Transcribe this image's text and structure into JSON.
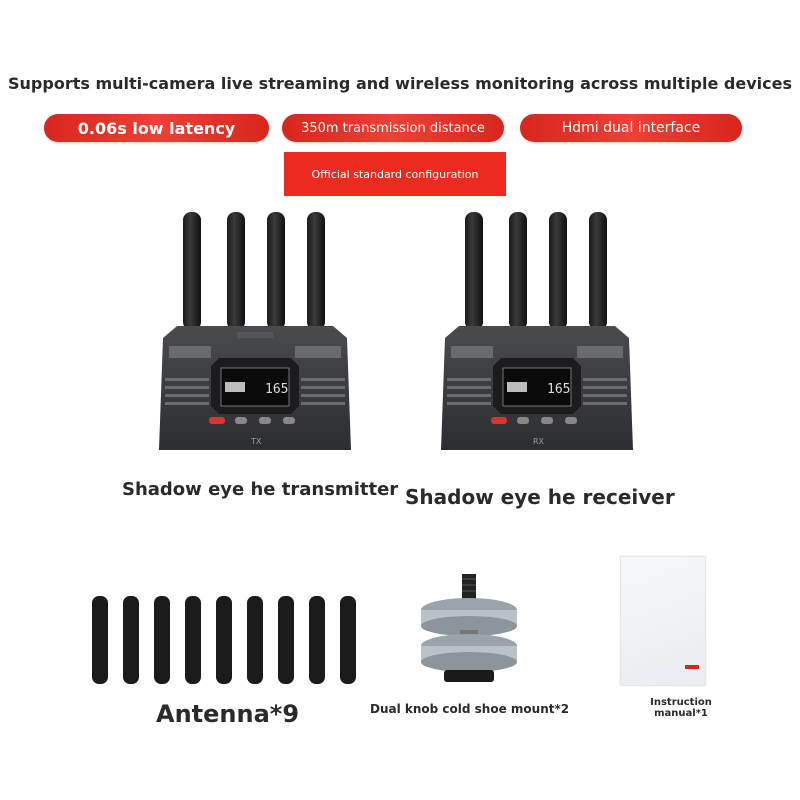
{
  "header": {
    "headline": "Supports multi-camera live streaming and wireless monitoring across multiple devices"
  },
  "features": [
    {
      "label": "0.06s low latency"
    },
    {
      "label": "350m transmission distance"
    },
    {
      "label": "Hdmi dual interface"
    }
  ],
  "config_banner": {
    "label": "Official standard configuration"
  },
  "devices": {
    "transmitter": {
      "caption": "Shadow eye he transmitter",
      "bottom_mark": "TX"
    },
    "receiver": {
      "caption": "Shadow eye he receiver",
      "bottom_mark": "RX"
    }
  },
  "display": {
    "reading": "165"
  },
  "accessories": {
    "antenna": {
      "caption": "Antenna*9"
    },
    "mount": {
      "caption": "Dual knob cold shoe mount*2"
    },
    "manual": {
      "caption": "Instruction manual*1"
    }
  },
  "colors": {
    "accent_red": "#e53228",
    "device_body": "#3a3b3e"
  }
}
